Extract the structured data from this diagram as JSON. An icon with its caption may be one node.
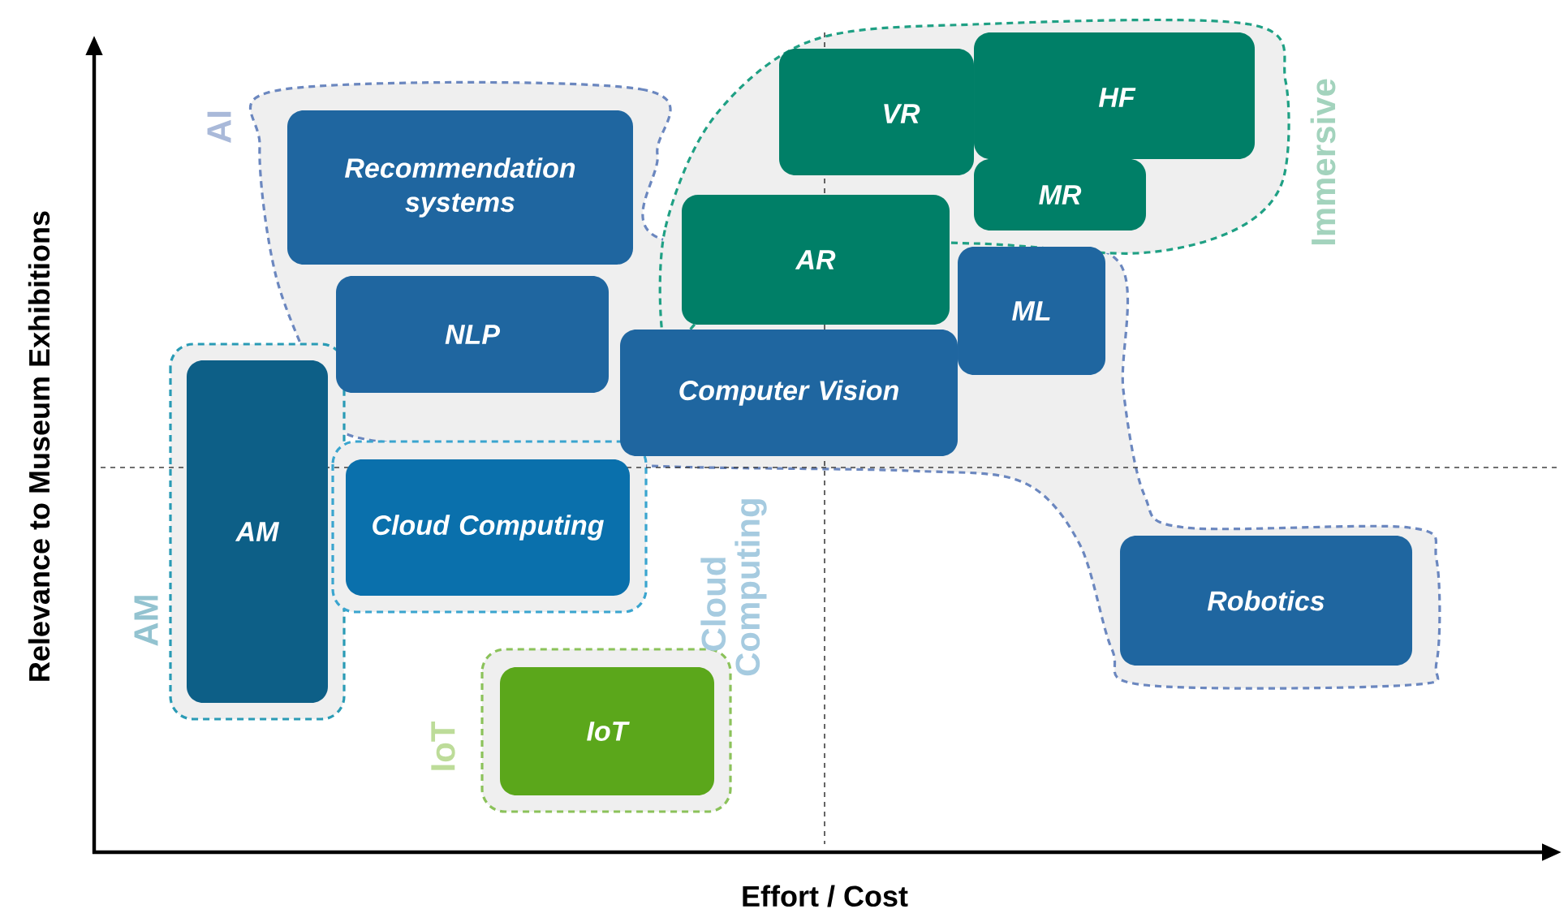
{
  "diagram": {
    "nodes": [
      {
        "text": [
          "AI"
        ]
      },
      {
        "text": [
          "Recommendation systems"
        ],
        "in": 0
      },
      {
        "text": [
          "NLP"
        ],
        "in": 0
      },
      {
        "text": [
          "Computer Vision"
        ],
        "in": 0
      },
      {
        "text": [
          "ML"
        ],
        "in": 0
      },
      {
        "text": [
          "Robotics"
        ],
        "in": 0
      },
      {
        "text": [
          "Immersive"
        ]
      },
      {
        "text": [
          "VR"
        ],
        "in": 6
      },
      {
        "text": [
          "HF"
        ],
        "in": 6
      },
      {
        "text": [
          "MR"
        ],
        "in": 6
      },
      {
        "text": [
          "AR"
        ],
        "in": 6
      },
      {
        "text": [
          "AM"
        ]
      },
      {
        "text": [
          "AM"
        ],
        "in": 11
      },
      {
        "text": [
          "Cloud Computing"
        ]
      },
      {
        "text": [
          "Cloud Computing"
        ],
        "in": 13
      },
      {
        "text": [
          "IoT"
        ]
      },
      {
        "text": [
          "IoT"
        ],
        "in": 15
      }
    ],
    "labels": [
      "Relevance to Museum Exhibitions",
      "Effort / Cost"
    ]
  }
}
